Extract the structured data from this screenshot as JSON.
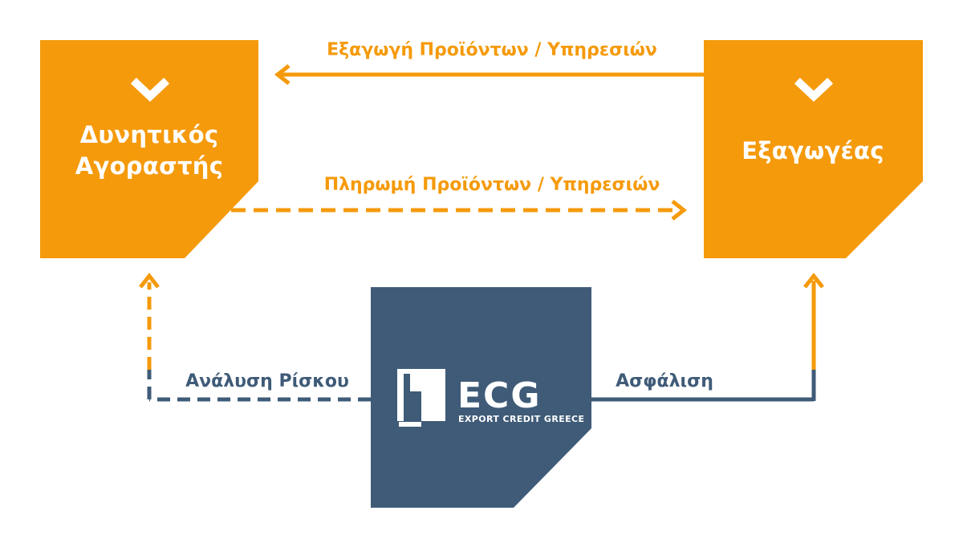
{
  "colors": {
    "orange": "#f59a0b",
    "navy": "#3f5b78",
    "white": "#ffffff"
  },
  "nodes": {
    "buyer": {
      "line1": "Δυνητικός",
      "line2": "Αγοραστής",
      "icon": "chevron-down-icon"
    },
    "exporter": {
      "label": "Εξαγωγέας",
      "icon": "chevron-down-icon"
    },
    "ecg": {
      "main": "ECG",
      "sub": "EXPORT CREDIT GREECE"
    }
  },
  "edges": {
    "export": "Εξαγωγή Προϊόντων / Υπηρεσιών",
    "payment": "Πληρωμή Προϊόντων / Υπηρεσιών",
    "risk": "Ανάλυση Ρίσκου",
    "insurance": "Ασφάλιση"
  }
}
